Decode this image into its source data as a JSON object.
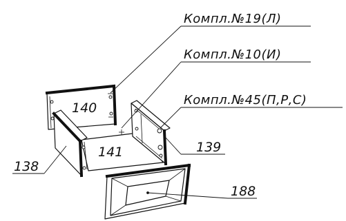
{
  "callouts": {
    "kit_19": "Компл.№19(Л)",
    "kit_10": "Компл.№10(И)",
    "kit_45": "Компл.№45(П,Р,С)"
  },
  "parts": {
    "p140": "140",
    "p141": "141",
    "p138": "138",
    "p139": "139",
    "p188": "188"
  }
}
